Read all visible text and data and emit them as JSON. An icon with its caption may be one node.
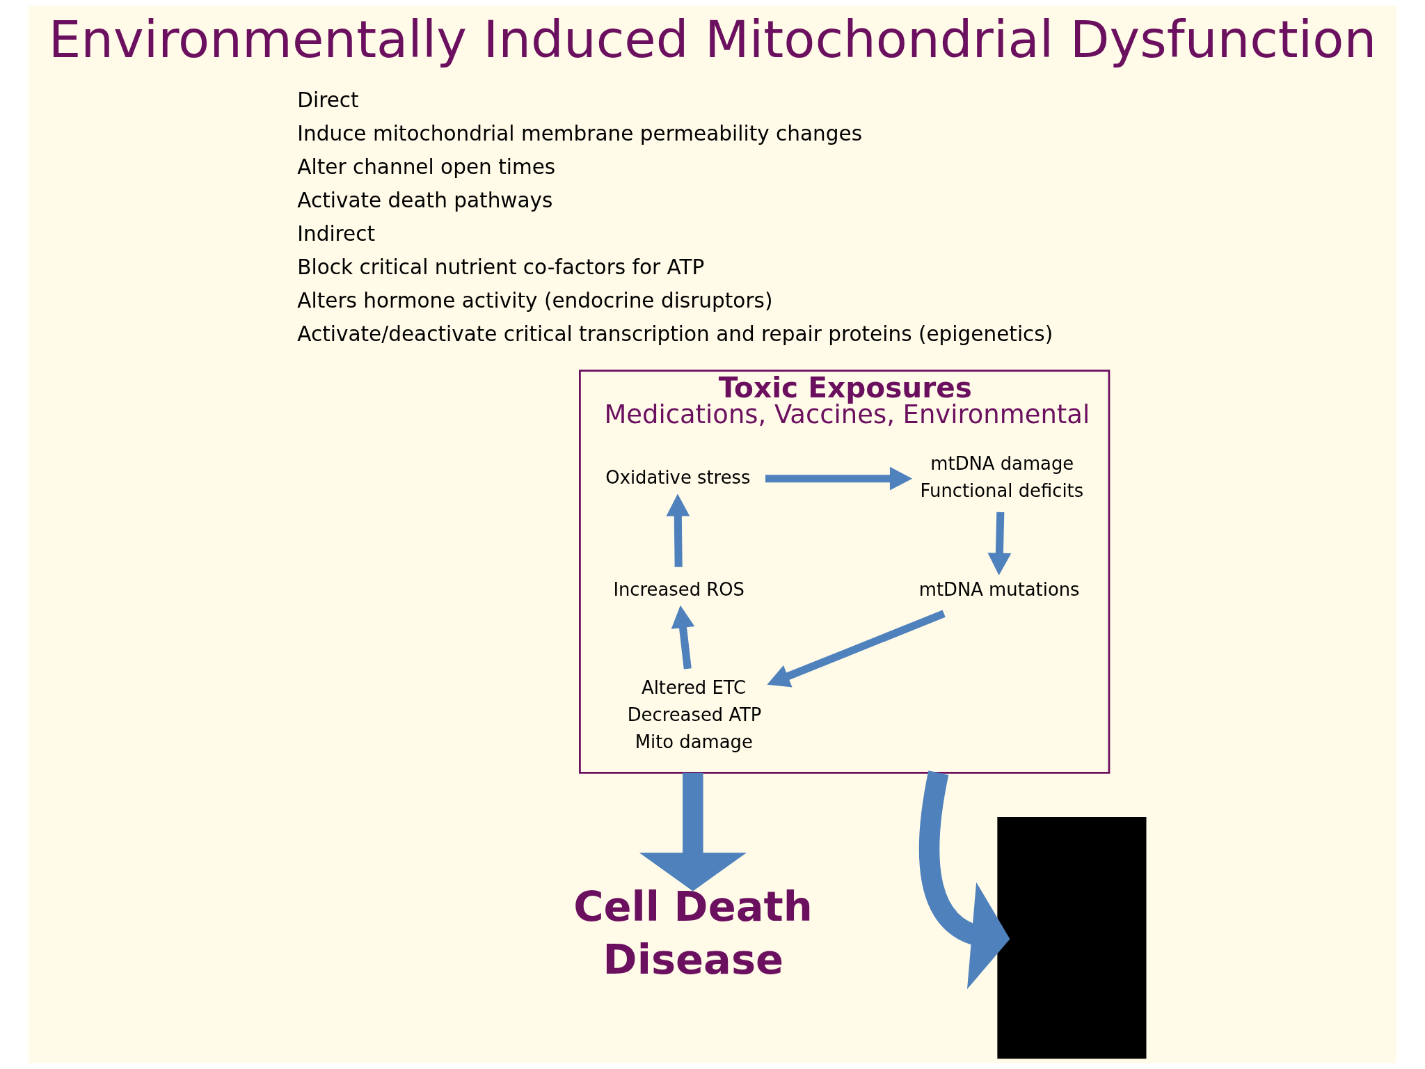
{
  "diagram": {
    "title": "Environmentally Induced Mitochondrial Dysfunction",
    "nodes": [
      {
        "text": [
          "Toxic Exposures",
          "Medications, Vaccines, Environmental"
        ]
      },
      {
        "text": [
          "Oxidative stress"
        ],
        "in": 0
      },
      {
        "text": [
          "mtDNA damage",
          "Functional deficits"
        ],
        "in": 0
      },
      {
        "text": [
          "mtDNA mutations"
        ],
        "in": 0
      },
      {
        "text": [
          "Altered ETC",
          "Decreased ATP",
          "Mito damage"
        ],
        "in": 0
      },
      {
        "text": [
          "Increased ROS"
        ],
        "in": 0
      },
      {
        "text": [],
        "shape": "person"
      },
      {
        "text": [
          "Cell Death",
          "Disease"
        ]
      }
    ],
    "edges": [
      {
        "from": 1,
        "to": 2,
        "arrow": "to"
      },
      {
        "from": 2,
        "to": 3,
        "arrow": "to"
      },
      {
        "from": 3,
        "to": 4,
        "arrow": "to"
      },
      {
        "from": 4,
        "to": 5,
        "arrow": "to"
      },
      {
        "from": 5,
        "to": 1,
        "arrow": "to"
      },
      {
        "from": 0,
        "to": 6,
        "arrow": "to",
        "style": "thick"
      },
      {
        "from": 0,
        "to": 7,
        "arrow": "to",
        "style": "thick"
      }
    ],
    "labels": [
      "Direct",
      "Induce mitochondrial membrane permeability changes",
      "Alter channel open times",
      "Activate death pathways",
      "Indirect",
      "Block critical nutrient co-factors for ATP",
      "Alters hormone activity (endocrine disruptors)",
      "Activate/deactivate critical transcription and repair proteins (epigenetics)"
    ]
  }
}
